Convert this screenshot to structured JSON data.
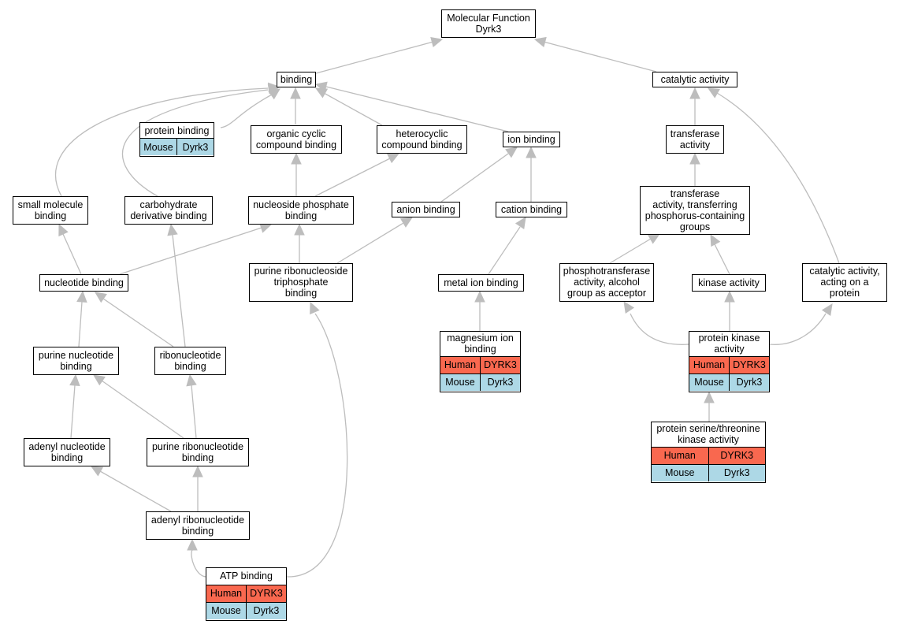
{
  "colors": {
    "edge": "#bdbdbd",
    "human_row": "#f9684f",
    "mouse_row": "#add8e6",
    "border": "#000000"
  },
  "nodes": {
    "mf": {
      "label": "Molecular Function\nDyrk3"
    },
    "binding": {
      "label": "binding"
    },
    "catalytic": {
      "label": "catalytic activity"
    },
    "protein_binding": {
      "label": "protein binding",
      "rows": [
        [
          "Mouse",
          "Dyrk3"
        ]
      ]
    },
    "organic_cyclic": {
      "label": "organic cyclic\ncompound binding"
    },
    "heterocyclic": {
      "label": "heterocyclic\ncompound binding"
    },
    "ion_binding": {
      "label": "ion binding"
    },
    "transferase": {
      "label": "transferase\nactivity"
    },
    "small_molecule": {
      "label": "small molecule\nbinding"
    },
    "carbohydrate": {
      "label": "carbohydrate\nderivative binding"
    },
    "nucleoside_phosphate": {
      "label": "nucleoside phosphate\nbinding"
    },
    "anion": {
      "label": "anion binding"
    },
    "cation": {
      "label": "cation binding"
    },
    "transferase_p": {
      "label": "transferase\nactivity, transferring\nphosphorus-containing\ngroups"
    },
    "nucleotide": {
      "label": "nucleotide binding"
    },
    "purine_ribonucleoside_tp": {
      "label": "purine ribonucleoside\ntriphosphate\nbinding"
    },
    "metal_ion": {
      "label": "metal ion binding"
    },
    "phosphotransferase": {
      "label": "phosphotransferase\nactivity, alcohol\ngroup as acceptor"
    },
    "kinase": {
      "label": "kinase activity"
    },
    "catalytic_protein": {
      "label": "catalytic activity,\nacting on a\nprotein"
    },
    "purine_nucleotide": {
      "label": "purine nucleotide\nbinding"
    },
    "ribonucleotide": {
      "label": "ribonucleotide\nbinding"
    },
    "magnesium": {
      "label": "magnesium ion\nbinding",
      "rows": [
        [
          "Human",
          "DYRK3"
        ],
        [
          "Mouse",
          "Dyrk3"
        ]
      ]
    },
    "protein_kinase": {
      "label": "protein kinase\nactivity",
      "rows": [
        [
          "Human",
          "DYRK3"
        ],
        [
          "Mouse",
          "Dyrk3"
        ]
      ]
    },
    "adenyl_nucleotide": {
      "label": "adenyl nucleotide\nbinding"
    },
    "purine_ribonucleotide": {
      "label": "purine ribonucleotide\nbinding"
    },
    "ser_thr_kinase": {
      "label": "protein serine/threonine\nkinase activity",
      "rows": [
        [
          "Human",
          "DYRK3"
        ],
        [
          "Mouse",
          "Dyrk3"
        ]
      ]
    },
    "adenyl_ribonucleotide": {
      "label": "adenyl ribonucleotide\nbinding"
    },
    "atp": {
      "label": "ATP binding",
      "rows": [
        [
          "Human",
          "DYRK3"
        ],
        [
          "Mouse",
          "Dyrk3"
        ]
      ]
    }
  }
}
